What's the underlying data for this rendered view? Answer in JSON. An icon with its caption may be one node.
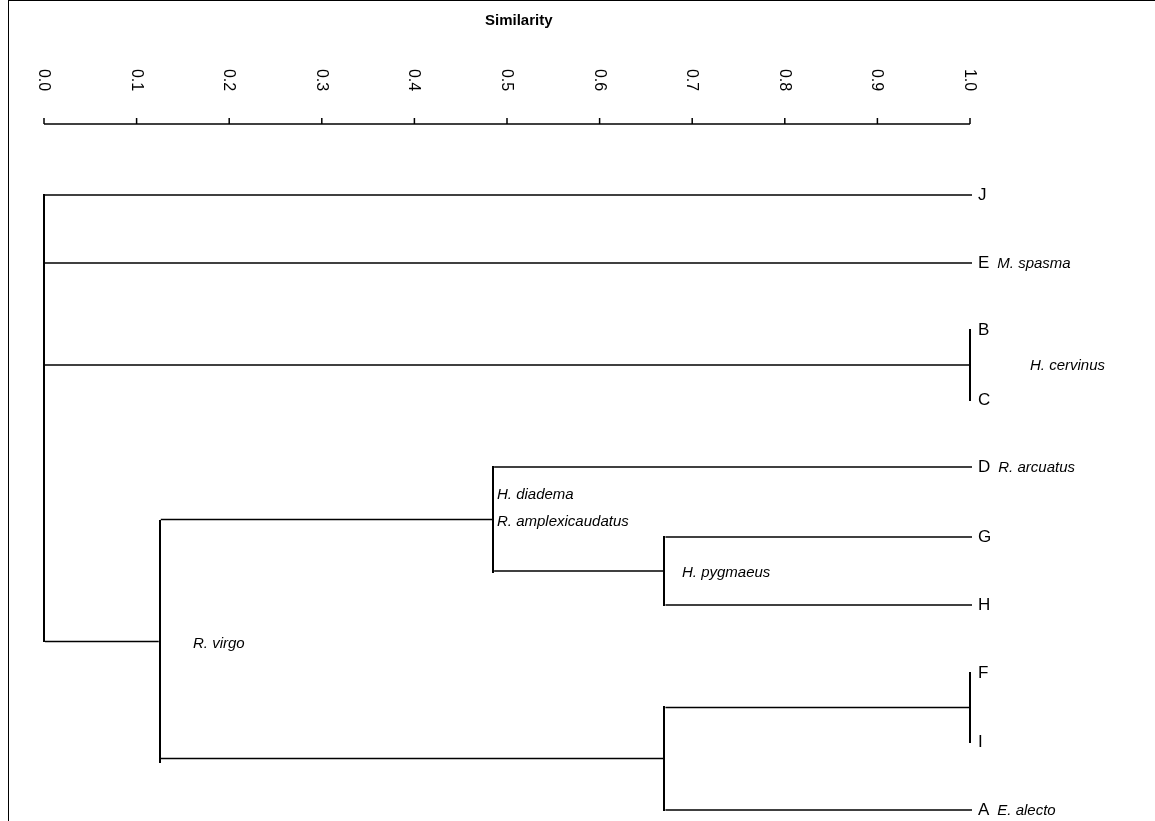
{
  "diagram": {
    "nodes": [
      {
        "text": [
          "J"
        ]
      },
      {
        "text": [
          "E"
        ],
        "beside": [
          "M. spasma"
        ]
      },
      {
        "text": [
          "B"
        ]
      },
      {
        "text": [
          "C"
        ]
      },
      {
        "text": [
          "D"
        ],
        "beside": [
          "R. arcuatus"
        ]
      },
      {
        "text": [
          "G"
        ]
      },
      {
        "text": [
          "H"
        ]
      },
      {
        "text": [
          "F"
        ]
      },
      {
        "text": [
          "I"
        ]
      },
      {
        "text": [
          "A"
        ],
        "beside": [
          "E. alecto"
        ]
      },
      {
        "text": [],
        "shape": "bar"
      },
      {
        "text": [],
        "shape": "bar"
      },
      {
        "text": [],
        "shape": "bar"
      },
      {
        "text": [],
        "shape": "bar"
      },
      {
        "text": [],
        "shape": "bar"
      },
      {
        "text": [],
        "shape": "bar"
      },
      {
        "text": [],
        "shape": "bar"
      }
    ],
    "edges": [
      {
        "from": 10,
        "to": 0,
        "arrow": "none"
      },
      {
        "from": 10,
        "to": 1,
        "arrow": "none"
      },
      {
        "from": 10,
        "to": 15,
        "arrow": "none"
      },
      {
        "from": 10,
        "to": 11,
        "arrow": "none"
      },
      {
        "from": 11,
        "to": 12,
        "arrow": "none"
      },
      {
        "from": 11,
        "to": 14,
        "arrow": "none"
      },
      {
        "from": 12,
        "to": 4,
        "arrow": "none"
      },
      {
        "from": 12,
        "to": 13,
        "arrow": "none"
      },
      {
        "from": 13,
        "to": 5,
        "arrow": "none"
      },
      {
        "from": 13,
        "to": 6,
        "arrow": "none"
      },
      {
        "from": 14,
        "to": 16,
        "arrow": "none"
      },
      {
        "from": 14,
        "to": 9,
        "arrow": "none"
      }
    ],
    "labels": [
      "Similarity",
      "0.0",
      "0.1",
      "0.2",
      "0.3",
      "0.4",
      "0.5",
      "0.6",
      "0.7",
      "0.8",
      "0.9",
      "1.0",
      "H. cervinus",
      "H. diadema",
      "R. amplexicaudatus",
      "H. pygmaeus",
      "R. virgo"
    ]
  }
}
